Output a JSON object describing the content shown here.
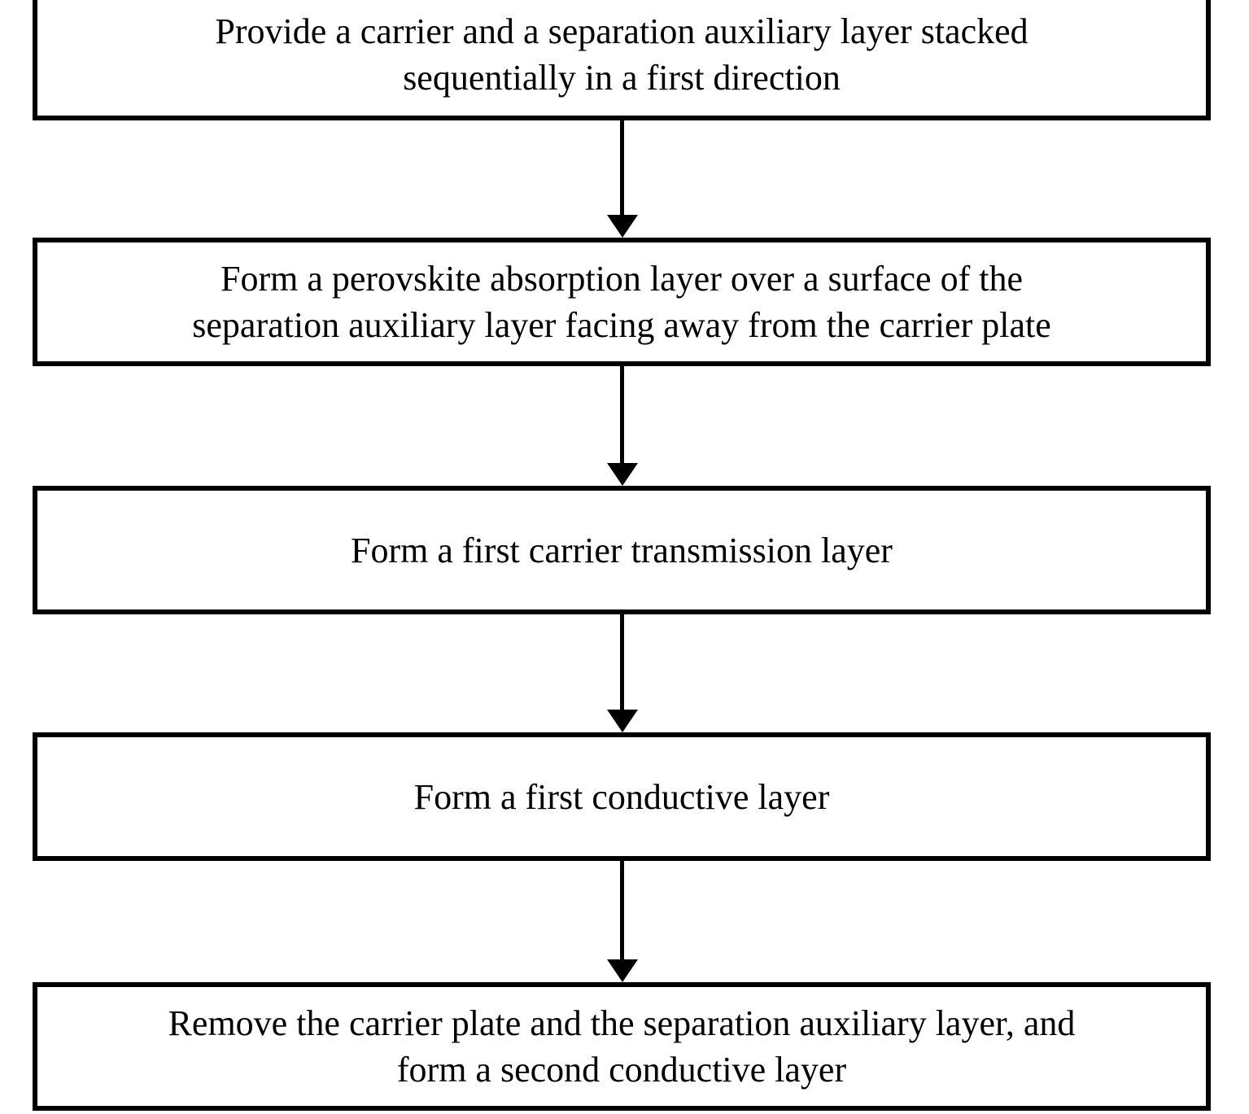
{
  "figure": {
    "type": "flowchart",
    "direction": "top-to-bottom"
  },
  "colors": {
    "background": "#ffffff",
    "box_border": "#000000",
    "text": "#000000",
    "arrow": "#000000"
  },
  "steps": [
    {
      "lines": [
        "Provide a carrier and a separation auxiliary layer stacked",
        "sequentially in a first direction"
      ]
    },
    {
      "lines": [
        "Form a perovskite absorption layer over a surface of the",
        "separation auxiliary layer facing away from the carrier plate"
      ]
    },
    {
      "lines": [
        "Form a first carrier transmission layer"
      ]
    },
    {
      "lines": [
        "Form a first conductive layer"
      ]
    },
    {
      "lines": [
        "Remove the carrier plate and the separation auxiliary layer, and",
        "form a second conductive layer"
      ]
    }
  ]
}
